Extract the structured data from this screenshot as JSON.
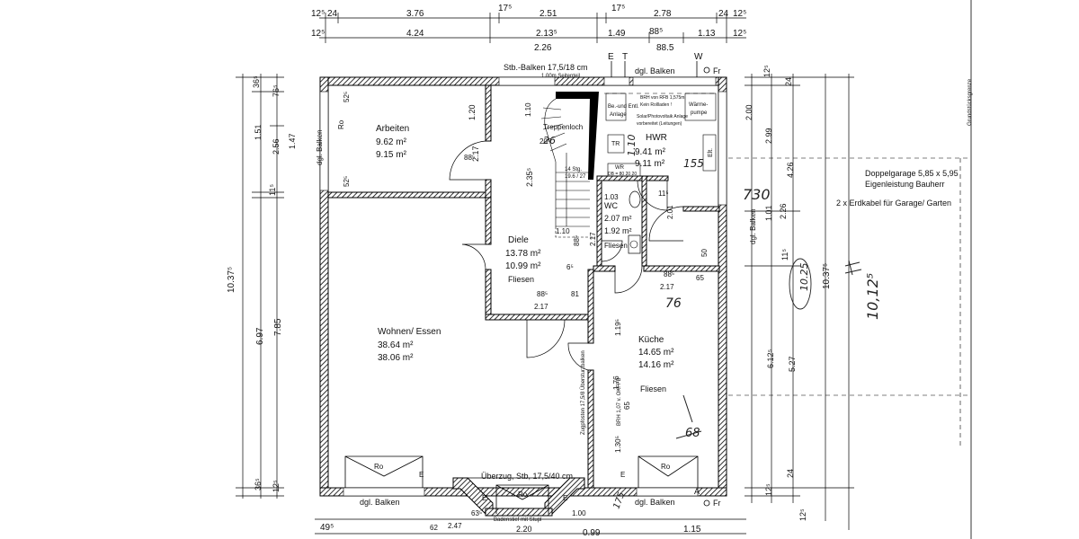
{
  "top_dims": {
    "row1": [
      "12⁵",
      "24",
      "3.76",
      "17⁵",
      "2.51",
      "17⁵",
      "2.78",
      "24",
      "12⁵"
    ],
    "row2": [
      "12⁵",
      "4.24",
      "2.13⁵",
      "1.49",
      "88⁵",
      "1.13",
      "12⁵"
    ],
    "row3": [
      "2.26",
      "88.5"
    ]
  },
  "header": {
    "beam": "Stb.-Balken 17,5/18 cm",
    "beam_sub": "1,00m Seitenteil",
    "balcony_top": "dgl. Balken",
    "letters": [
      "E",
      "T",
      "W"
    ],
    "fr": "Fr"
  },
  "rooms": {
    "arbeiten": {
      "name": "Arbeiten",
      "a1": "9.62 m²",
      "a2": "9.15 m²"
    },
    "hwr": {
      "name": "HWR",
      "a1": "9.41 m²",
      "a2": "9.11 m²"
    },
    "wc": {
      "name": "WC",
      "a1": "2.07 m²",
      "a2": "1.92 m²",
      "floor": "Fliesen"
    },
    "diele": {
      "name": "Diele",
      "a1": "13.78 m²",
      "a2": "10.99 m²",
      "floor": "Fliesen"
    },
    "wohnen": {
      "name": "Wohnen/ Essen",
      "a1": "38.64 m²",
      "a2": "38.06 m²"
    },
    "kueche": {
      "name": "Küche",
      "a1": "14.65 m²",
      "a2": "14.16 m²",
      "floor": "Fliesen"
    }
  },
  "labels": {
    "treppenloch": "Treppenloch",
    "stair_count": "14 Stg.",
    "stair_ratio": "19.6 / 27",
    "be_ent": "Be.-und Entl.",
    "anlage": "Anlage",
    "solar": "Solar/Photovoltaik Anlage",
    "solar2": "vorbereitet (Leitungen)",
    "waerme": "Wärme-",
    "pumpe": "pumpe",
    "brh": "BRH von RFB 1,575m",
    "rollladen": "Kein Rollladen !",
    "elt": "Elt.",
    "tr": "TR",
    "wr": "WR",
    "db": "DB = 80 20 20",
    "ro": "Ro",
    "e": "E",
    "a": "A",
    "dgl_balken_left": "dgl. Balken",
    "dgl_balken_right": "dgl. Balken",
    "dgl_bottom_left": "dgl. Balken",
    "dgl_bottom_right": "dgl. Balken",
    "ueberzug": "Überzug, Stb, 17,5/40 cm",
    "badenstief": "Badenstief mit Stupl",
    "zugpfosten": "Zugpfosten 17,5/8 Übersturzbalken",
    "brh_mark": "BRH 1,07 v. OKFFB",
    "grundstueck": "Grundstücksgrenze",
    "garage": "Doppelgarage 5,85 x 5,95",
    "eigen": "Eigenleistung Bauherr",
    "erdkabel": "2 x Erdkabel für Garage/ Garten"
  },
  "interior_dims": [
    "1.20",
    "2.17",
    "88⁵",
    "2.35⁵",
    "1.10",
    "1.10",
    "88⁵",
    "2.17",
    "88⁵",
    "81",
    "2.17",
    "2.01",
    "88⁵",
    "2.17",
    "65",
    "50",
    "1.19⁵",
    "1.76",
    "65",
    "1.30⁵",
    "11⁵",
    "6⁵",
    "52⁵",
    "52⁵",
    "20⁵",
    "1.03"
  ],
  "left_dims": [
    "36⁵",
    "76⁵",
    "1.51",
    "2.56",
    "1.47",
    "11⁵",
    "10.37⁵",
    "6.97",
    "7.85",
    "36⁵",
    "12⁵"
  ],
  "right_dims": [
    "12⁵",
    "24",
    "2.00",
    "2.99",
    "4.26",
    "1.01",
    "2.26",
    "11⁵",
    "6.12⁵",
    "5.27",
    "10.37⁵",
    "12⁵",
    "24",
    "12⁵"
  ],
  "bottom_dims": [
    "49⁵",
    "2.20",
    "62",
    "2.47",
    "63⁵",
    "1.00",
    "1.15",
    "0.99"
  ],
  "handwritten": [
    "155",
    "730",
    "76",
    "10.25",
    "10,12⁵",
    "1.10",
    "26",
    "68",
    "175"
  ]
}
